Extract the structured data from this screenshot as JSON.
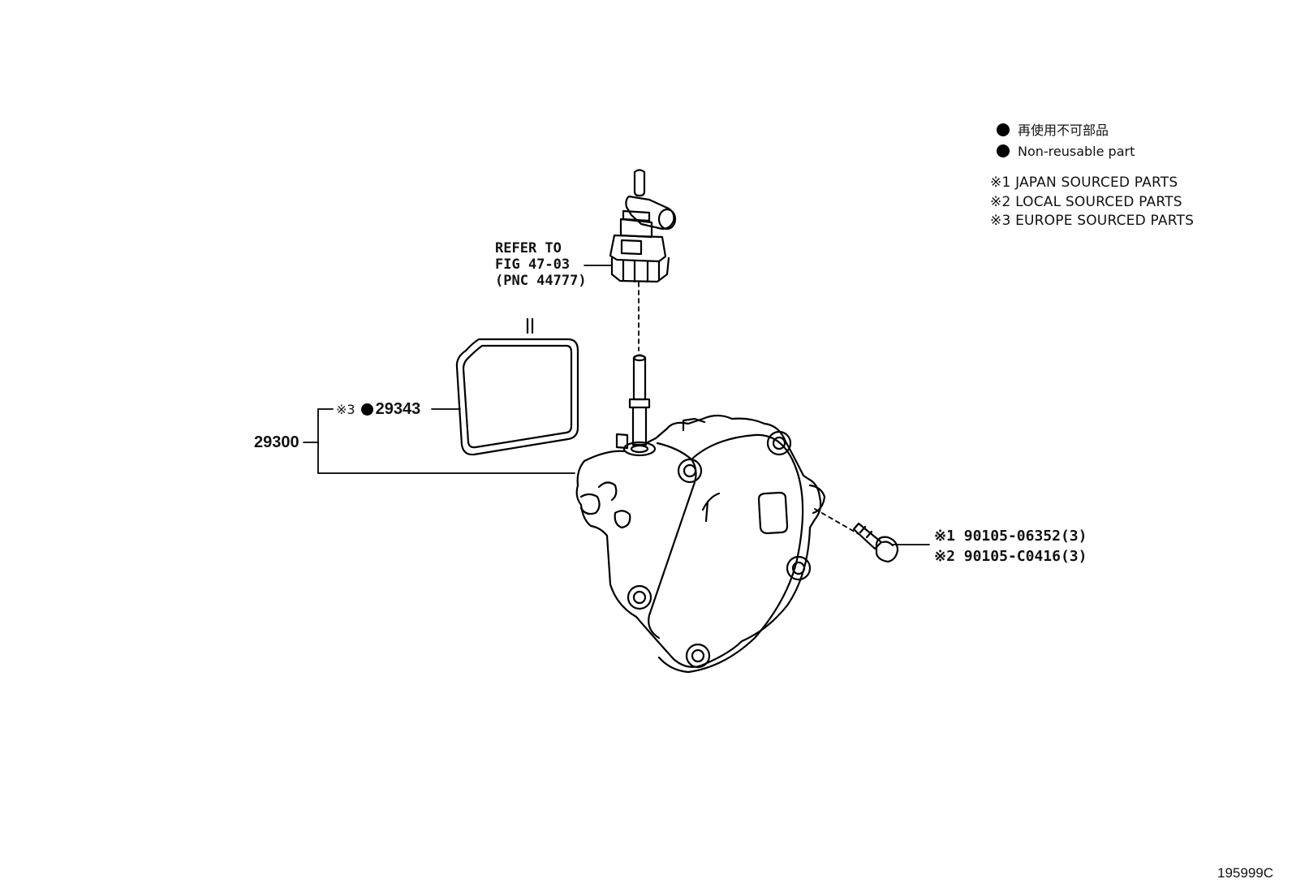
{
  "legend": {
    "marker_color": "#000000",
    "lines": [
      "再使用不可部品",
      "Non-reusable part"
    ]
  },
  "notes": [
    "※1 JAPAN SOURCED PARTS",
    "※2 LOCAL SOURCED PARTS",
    "※3 EUROPE SOURCED PARTS"
  ],
  "refer": {
    "line1": "REFER TO",
    "line2": "FIG 47-03",
    "line3": "(PNC 44777)"
  },
  "callouts": {
    "assembly": "29300",
    "gasket_prefix": "※3",
    "gasket": "29343",
    "bolt_1": "※1 90105-06352(3)",
    "bolt_2": "※2 90105-C0416(3)"
  },
  "figure_id": "195999C"
}
